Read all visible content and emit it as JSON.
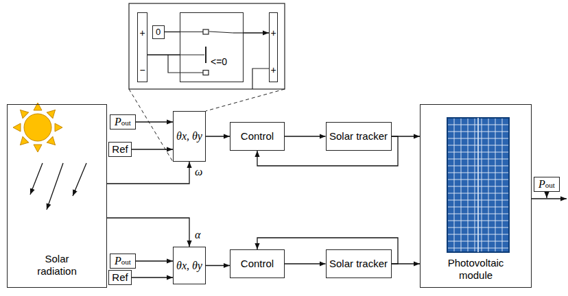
{
  "diagram": {
    "nodes": [
      {
        "text": [
          "+",
          "−"
        ]
      },
      {
        "text": [
          "0"
        ]
      },
      {
        "text": [
          "<=0"
        ]
      },
      {
        "text": [
          "+",
          "+"
        ]
      },
      {
        "text": [
          "Solar radiation"
        ]
      },
      {
        "text": [
          "Pout"
        ]
      },
      {
        "text": [
          "Ref"
        ]
      },
      {
        "text": [
          "θx, θy"
        ]
      },
      {
        "text": [
          "Control"
        ]
      },
      {
        "text": [
          "Solar tracker"
        ]
      },
      {
        "text": [
          "Pout"
        ]
      },
      {
        "text": [
          "Ref"
        ]
      },
      {
        "text": [
          "θx, θy"
        ]
      },
      {
        "text": [
          "Control"
        ]
      },
      {
        "text": [
          "Solar tracker"
        ]
      },
      {
        "text": [
          "Photovoltaic module"
        ]
      },
      {
        "text": [
          "Pout"
        ]
      }
    ],
    "edges": [
      {
        "from": 0,
        "to": 2,
        "arrow": "none"
      },
      {
        "from": 1,
        "to": 2,
        "arrow": "none"
      },
      {
        "from": 2,
        "to": 3,
        "arrow": "to"
      },
      {
        "from": 5,
        "to": 7,
        "arrow": "to"
      },
      {
        "from": 6,
        "to": 7,
        "arrow": "to"
      },
      {
        "from": 4,
        "to": 7,
        "label": "ω",
        "arrow": "to"
      },
      {
        "from": 7,
        "to": 8,
        "arrow": "to"
      },
      {
        "from": 8,
        "to": 9,
        "arrow": "to"
      },
      {
        "from": 9,
        "to": 15,
        "arrow": "to"
      },
      {
        "from": 9,
        "to": 8,
        "arrow": "to"
      },
      {
        "from": 4,
        "to": 12,
        "label": "α",
        "arrow": "to"
      },
      {
        "from": 10,
        "to": 12,
        "arrow": "to"
      },
      {
        "from": 11,
        "to": 12,
        "arrow": "to"
      },
      {
        "from": 12,
        "to": 13,
        "arrow": "to"
      },
      {
        "from": 13,
        "to": 14,
        "arrow": "to"
      },
      {
        "from": 14,
        "to": 15,
        "arrow": "to"
      },
      {
        "from": 14,
        "to": 13,
        "arrow": "to"
      }
    ]
  }
}
